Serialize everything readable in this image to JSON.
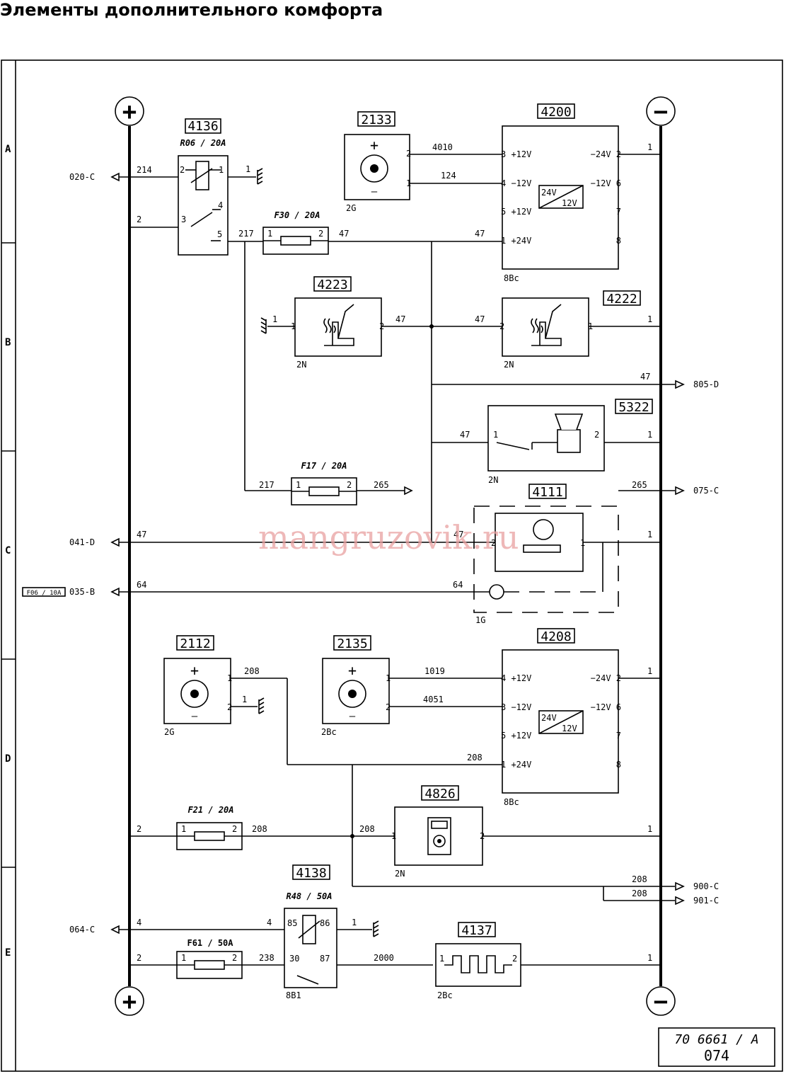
{
  "title": "Элементы дополнительного комфорта",
  "rows": [
    "A",
    "B",
    "C",
    "D",
    "E"
  ],
  "bus": {
    "plus": "+",
    "minus": "−"
  },
  "components": {
    "c4136": {
      "code": "4136",
      "rating": "R06 / 20A",
      "pins": [
        "2",
        "1",
        "4",
        "3",
        "5"
      ]
    },
    "c2133": {
      "code": "2133",
      "note": "2G",
      "pins": [
        "2",
        "1"
      ],
      "plus": "+",
      "minus": "—"
    },
    "c4200": {
      "code": "4200",
      "note": "8Bc",
      "left": [
        "3 +12V",
        "4 −12V",
        "5 +12V",
        "1 +24V"
      ],
      "right": [
        "−24V 2",
        "−12V 6",
        "7",
        "8"
      ],
      "conv_top": "24V",
      "conv_bottom": "12V"
    },
    "fF30": {
      "label": "F30 / 20A",
      "pins": [
        "1",
        "2"
      ]
    },
    "c4223": {
      "code": "4223",
      "note": "2N",
      "pins": [
        "1",
        "2"
      ]
    },
    "c4222": {
      "code": "4222",
      "note": "2N",
      "pins": [
        "2",
        "1"
      ]
    },
    "c5322": {
      "code": "5322",
      "note": "2N",
      "pins": [
        "1",
        "2"
      ]
    },
    "fF17": {
      "label": "F17 / 20A",
      "pins": [
        "1",
        "2"
      ]
    },
    "c4111": {
      "code": "4111",
      "note": "1G",
      "pins": [
        "2",
        "1"
      ]
    },
    "c2112": {
      "code": "2112",
      "note": "2G",
      "pins": [
        "1",
        "2"
      ],
      "plus": "+",
      "minus": "—"
    },
    "c2135": {
      "code": "2135",
      "note": "2Bc",
      "pins": [
        "1",
        "2"
      ],
      "plus": "+",
      "minus": "—"
    },
    "c4208": {
      "code": "4208",
      "note": "8Bc",
      "left": [
        "4 +12V",
        "3 −12V",
        "5 +12V",
        "1 +24V"
      ],
      "right": [
        "−24V 2",
        "−12V 6",
        "7",
        "8"
      ],
      "conv_top": "24V",
      "conv_bottom": "12V"
    },
    "fF21": {
      "label": "F21 / 20A",
      "pins": [
        "1",
        "2"
      ]
    },
    "c4826": {
      "code": "4826",
      "note": "2N",
      "pins": [
        "1",
        "2"
      ]
    },
    "c4138": {
      "code": "4138",
      "rating": "R48 / 50A",
      "note": "8B1",
      "pins": [
        "85",
        "86",
        "30",
        "87"
      ]
    },
    "fF61": {
      "label": "F61 / 50A",
      "pins": [
        "1",
        "2"
      ]
    },
    "c4137": {
      "code": "4137",
      "note": "2Bc",
      "pins": [
        "1",
        "2"
      ]
    }
  },
  "wires": {
    "w214": "214",
    "w2a": "2",
    "w1a": "1",
    "w217": "217",
    "w47": "47",
    "w4010": "4010",
    "w124": "124",
    "w1": "1",
    "w265": "265",
    "w64": "64",
    "w208": "208",
    "w1019": "1019",
    "w4051": "4051",
    "w4": "4",
    "w238": "238",
    "w2000": "2000"
  },
  "refs": {
    "r020": "020-C",
    "r805": "805-D",
    "r075": "075-C",
    "r041": "041-D",
    "r035": "035-B",
    "rF06": "F06 / 10A",
    "r900": "900-C",
    "r901": "901-C",
    "r064": "064-C"
  },
  "watermark": "mangruzovik.ru",
  "stamp": {
    "line1": "70 6661 / A",
    "line2": "074"
  }
}
